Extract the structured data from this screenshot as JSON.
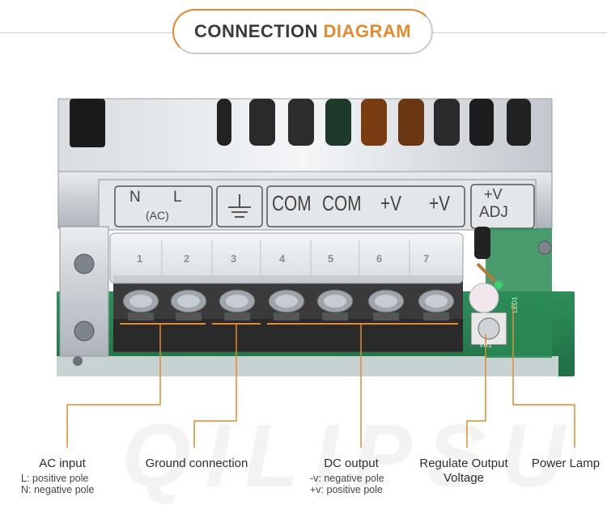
{
  "header": {
    "title_part1": "CONNECTION",
    "title_part2": "DIAGRAM",
    "accent_color": "#e58a2e"
  },
  "watermark": {
    "text": "QILIPSU"
  },
  "terminal_labels": {
    "ac_n": "N",
    "ac_l": "L",
    "ac": "(AC)",
    "ground_symbol": "ground-icon",
    "com1": "COM",
    "com2": "COM",
    "v1": "+V",
    "v2": "+V",
    "adj_top": "+V",
    "adj_bottom": "ADJ"
  },
  "terminal_numbers": [
    "1",
    "2",
    "3",
    "4",
    "5",
    "6",
    "7"
  ],
  "board_marks": {
    "vr": "VR1",
    "led": "LED1"
  },
  "callouts": {
    "ac_input": {
      "label": "AC input",
      "sub1": "L: positive pole",
      "sub2": "N: negative pole"
    },
    "ground": {
      "label": "Ground connection"
    },
    "dc_output": {
      "label": "DC  output",
      "sub1": "-v: negative pole",
      "sub2": "+v: positive pole"
    },
    "regulate": {
      "label1": "Regulate Output",
      "label2": "Voltage"
    },
    "power_lamp": {
      "label": "Power Lamp"
    }
  }
}
